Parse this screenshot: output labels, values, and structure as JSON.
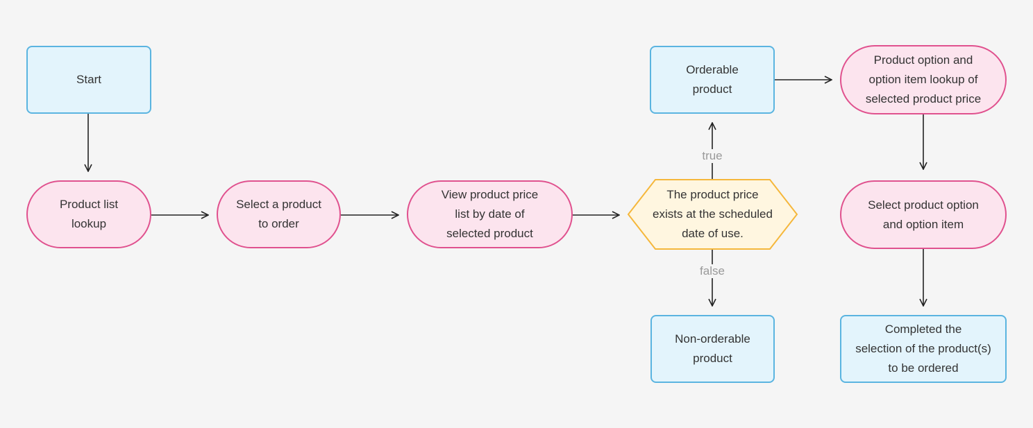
{
  "nodes": {
    "start": "Start",
    "product_list_lookup": "Product list\nlookup",
    "select_product": "Select a product\nto order",
    "view_price_list": "View product price\nlist by date of\nselected product",
    "decision": "The product price\nexists at the scheduled\ndate of use.",
    "orderable": "Orderable\nproduct",
    "non_orderable": "Non-orderable\nproduct",
    "option_lookup": "Product option and\noption item lookup of\nselected product price",
    "select_option": "Select product option\nand option item",
    "completed": "Completed the\nselection of the product(s)\nto be ordered"
  },
  "edge_labels": {
    "true": "true",
    "false": "false"
  },
  "colors": {
    "rect_fill": "#e3f4fc",
    "rect_stroke": "#5ab4e0",
    "pill_fill": "#fce4ee",
    "pill_stroke": "#e0518e",
    "decision_fill": "#fff6e0",
    "decision_stroke": "#f5b73b",
    "arrow": "#222222",
    "label": "#999999"
  }
}
